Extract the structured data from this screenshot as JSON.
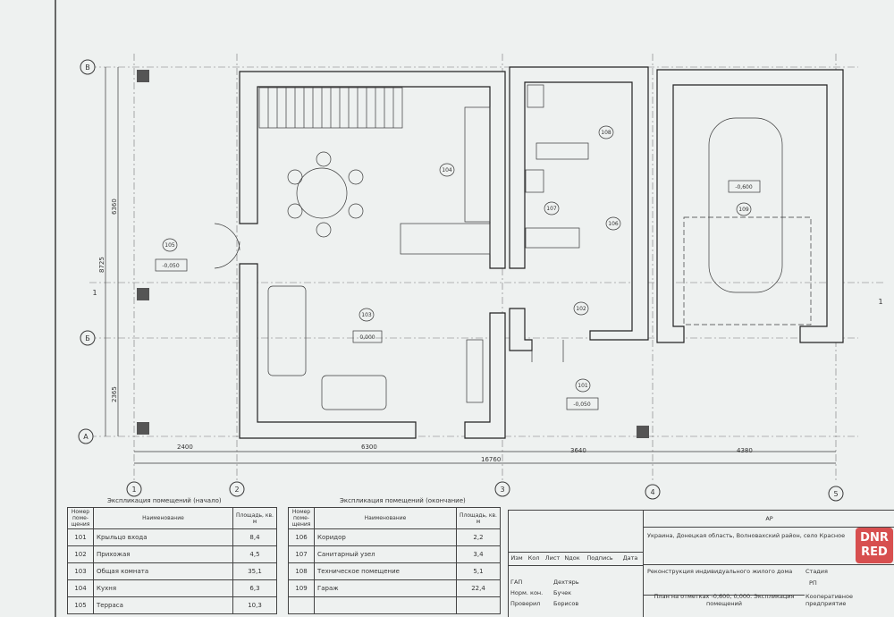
{
  "axes": {
    "rows": [
      "В",
      "Б",
      "А"
    ],
    "cols": [
      "1",
      "2",
      "3",
      "4",
      "5"
    ],
    "section_mark": "1"
  },
  "dimensions": {
    "left": [
      "6360",
      "8725",
      "2365"
    ],
    "bottom": [
      "2400",
      "6300",
      "3640",
      "4380"
    ],
    "total": "16760"
  },
  "rooms": [
    {
      "id": "101",
      "level": "-0,050"
    },
    {
      "id": "102"
    },
    {
      "id": "103",
      "level": "0,000"
    },
    {
      "id": "104"
    },
    {
      "id": "105",
      "level": "-0,050"
    },
    {
      "id": "106"
    },
    {
      "id": "107"
    },
    {
      "id": "108"
    },
    {
      "id": "109",
      "level": "-0,600"
    }
  ],
  "table1": {
    "caption": "Экспликация помещений (начало)",
    "headers": [
      "Номер поме-щения",
      "Наименование",
      "Площадь, кв. м"
    ],
    "rows": [
      [
        "101",
        "Крыльцо входа",
        "8,4"
      ],
      [
        "102",
        "Прихожая",
        "4,5"
      ],
      [
        "103",
        "Общая комната",
        "35,1"
      ],
      [
        "104",
        "Кухня",
        "6,3"
      ],
      [
        "105",
        "Терраса",
        "10,3"
      ]
    ]
  },
  "table2": {
    "caption": "Экспликация помещений (окончание)",
    "headers": [
      "Номер поме-щения",
      "Наименование",
      "Площадь, кв. м"
    ],
    "rows": [
      [
        "106",
        "Коридор",
        "2,2"
      ],
      [
        "107",
        "Санитарный узел",
        "3,4"
      ],
      [
        "108",
        "Техническое помещение",
        "5,1"
      ],
      [
        "109",
        "Гараж",
        "22,4"
      ],
      [
        "",
        "",
        ""
      ]
    ]
  },
  "title_block": {
    "code": "АР",
    "location": "Украина, Донецкая область, Волновахский район, село Красное",
    "project": "Реконструкция индивидуального жилого дома",
    "sheet": "План на отметках -0,600, 0,000. Экспликация помещений",
    "cols": [
      "Изм",
      "Кол",
      "Лист",
      "Nдок",
      "Подпись",
      "Дата"
    ],
    "stage_label": "Стадия",
    "stage": "РП",
    "org": "Кооперативное предприятие",
    "staff": [
      [
        "ГАП",
        "Дехтярь"
      ],
      [
        "Норм. кон.",
        "Бучек"
      ],
      [
        "Проверил",
        "Борисов"
      ]
    ]
  },
  "watermark": "DNR RED"
}
